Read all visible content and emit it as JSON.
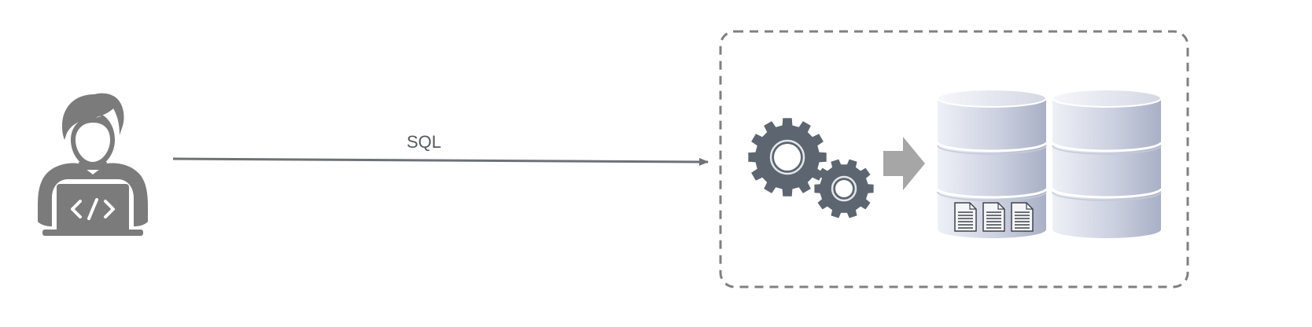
{
  "connector": {
    "label": "SQL"
  },
  "nodes": {
    "developer": {
      "icon": "developer-laptop-icon",
      "laptop_glyph": "</>"
    },
    "engine": {
      "icon": "gears-icon"
    },
    "flow": {
      "icon": "arrow-right-icon"
    },
    "storage": {
      "icon": "database-stack-icon",
      "documents": 3,
      "cylinders": 2
    }
  },
  "colors": {
    "person": "#7b7b7b",
    "connector": "#6e7277",
    "gear": "#5d6670",
    "gear_ring": "#e3e7eb",
    "flow_arrow": "#a6a6a6",
    "boundary": "#808080",
    "db_light": "#eef0f7",
    "db_dark": "#a9b0c6"
  }
}
